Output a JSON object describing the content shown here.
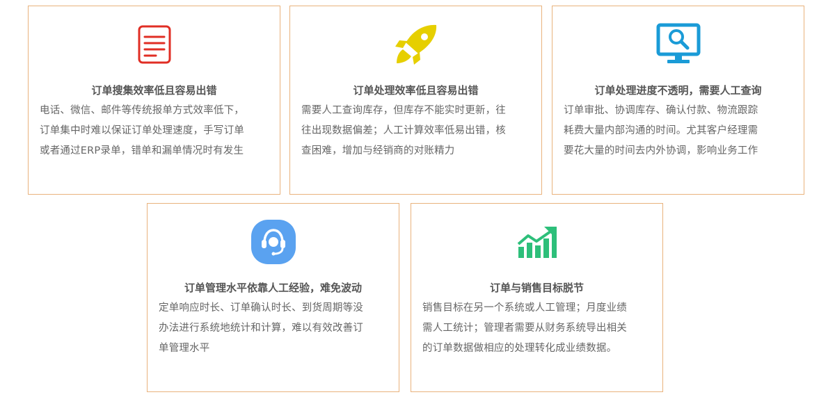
{
  "colors": {
    "border": "#e9b27c",
    "title": "#555555",
    "text": "#666666",
    "doc_icon": "#e02e24",
    "rocket_icon": "#e6cf00",
    "monitor_icon": "#1a9bd7",
    "support_icon": "#5aa2f0",
    "chart_icon": "#2dbf7a"
  },
  "cards": [
    {
      "icon": "document-icon",
      "title": "订单搜集效率低且容易出错",
      "lines": [
        "电话、微信、邮件等传统报单方式效率低下，",
        "订单集中时难以保证订单处理速度，手写订单",
        "或者通过ERP录单，错单和漏单情况时有发生"
      ]
    },
    {
      "icon": "rocket-icon",
      "title": "订单处理效率低且容易出错",
      "lines": [
        "需要人工查询库存，但库存不能实时更新，往",
        "往出现数据偏差；人工计算效率低易出错，核",
        "查困难，增加与经销商的对账精力"
      ]
    },
    {
      "icon": "monitor-search-icon",
      "title": "订单处理进度不透明，需要人工查询",
      "lines": [
        "订单审批、协调库存、确认付款、物流跟踪",
        "耗费大量内部沟通的时间。尤其客户经理需",
        "要花大量的时间去内外协调，影响业务工作"
      ]
    },
    {
      "icon": "customer-service-icon",
      "title": "订单管理水平依靠人工经验，难免波动",
      "lines": [
        "定单响应时长、订单确认时长、到货周期等没",
        "办法进行系统地统计和计算，难以有效改善订",
        "单管理水平"
      ]
    },
    {
      "icon": "growth-chart-icon",
      "title": "订单与销售目标脱节",
      "lines": [
        "销售目标在另一个系统或人工管理；月度业绩",
        "需人工统计；管理者需要从财务系统导出相关",
        "的订单数据做相应的处理转化成业绩数据。"
      ]
    }
  ]
}
